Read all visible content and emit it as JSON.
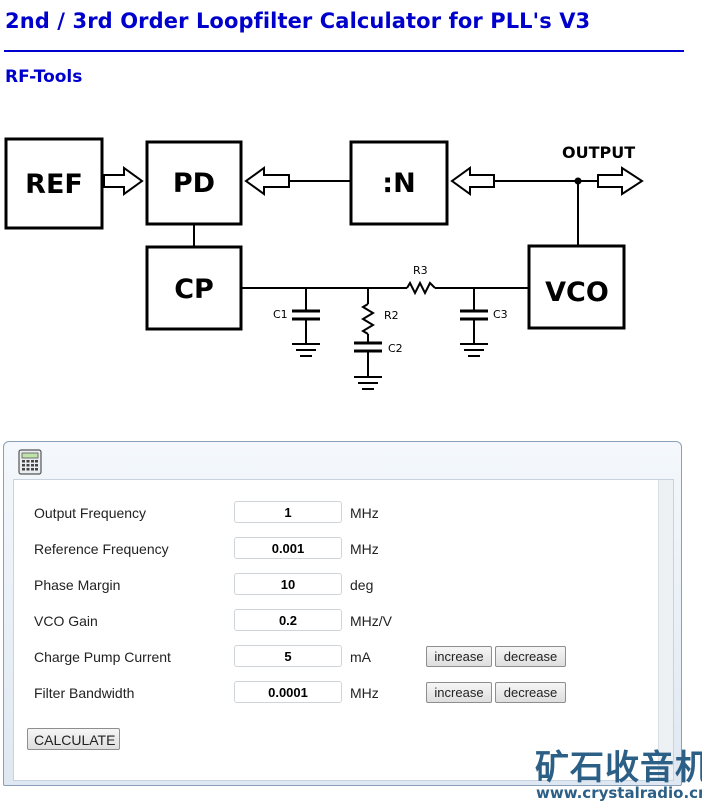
{
  "header": {
    "title": "2nd / 3rd Order Loopfilter Calculator for PLL's V3",
    "subtitle": "RF-Tools"
  },
  "diagram": {
    "blocks": {
      "ref": "REF",
      "pd": "PD",
      "divider": ":N",
      "cp": "CP",
      "vco": "VCO"
    },
    "output_label": "OUTPUT",
    "components": {
      "c1": "C1",
      "r2": "R2",
      "c2": "C2",
      "r3": "R3",
      "c3": "C3"
    }
  },
  "form": {
    "rows": [
      {
        "label": "Output Frequency",
        "value": "1",
        "unit": "MHz"
      },
      {
        "label": "Reference Frequency",
        "value": "0.001",
        "unit": "MHz"
      },
      {
        "label": "Phase Margin",
        "value": "10",
        "unit": "deg"
      },
      {
        "label": "VCO Gain",
        "value": "0.2",
        "unit": "MHz/V"
      },
      {
        "label": "Charge Pump Current",
        "value": "5",
        "unit": "mA",
        "increase": "increase",
        "decrease": "decrease"
      },
      {
        "label": "Filter Bandwidth",
        "value": "0.0001",
        "unit": "MHz",
        "increase": "increase",
        "decrease": "decrease"
      }
    ],
    "calculate_label": "CALCULATE",
    "panel_icon": "calculator-icon"
  },
  "watermark": {
    "text": "矿石收音机",
    "url": "www.crystalradio.cn"
  },
  "colors": {
    "title": "#0000cc",
    "watermark": "#2b5f86"
  }
}
